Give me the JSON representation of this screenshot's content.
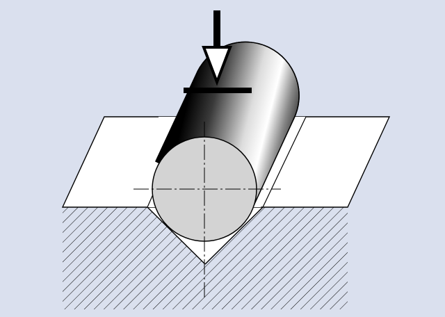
{
  "diagram": {
    "background_color": "#dae0ee",
    "outline_color": "#000000",
    "surface_color": "#ffffff",
    "end_face_color": "#d3d3d3",
    "cylinder_gradient": [
      "#000000",
      "#3a3a3a",
      "#dcdcdc",
      "#ffffff",
      "#8a8a8a",
      "#2a2a2a"
    ],
    "hatch_color": "#000000",
    "arrow_fill": "#ffffff",
    "elements": [
      "v-block-top-surface",
      "v-block-hatched-section",
      "v-groove",
      "cylinder-body",
      "cylinder-end-face",
      "centerline-horizontal",
      "centerline-vertical",
      "force-arrow",
      "force-plate-bar"
    ]
  }
}
